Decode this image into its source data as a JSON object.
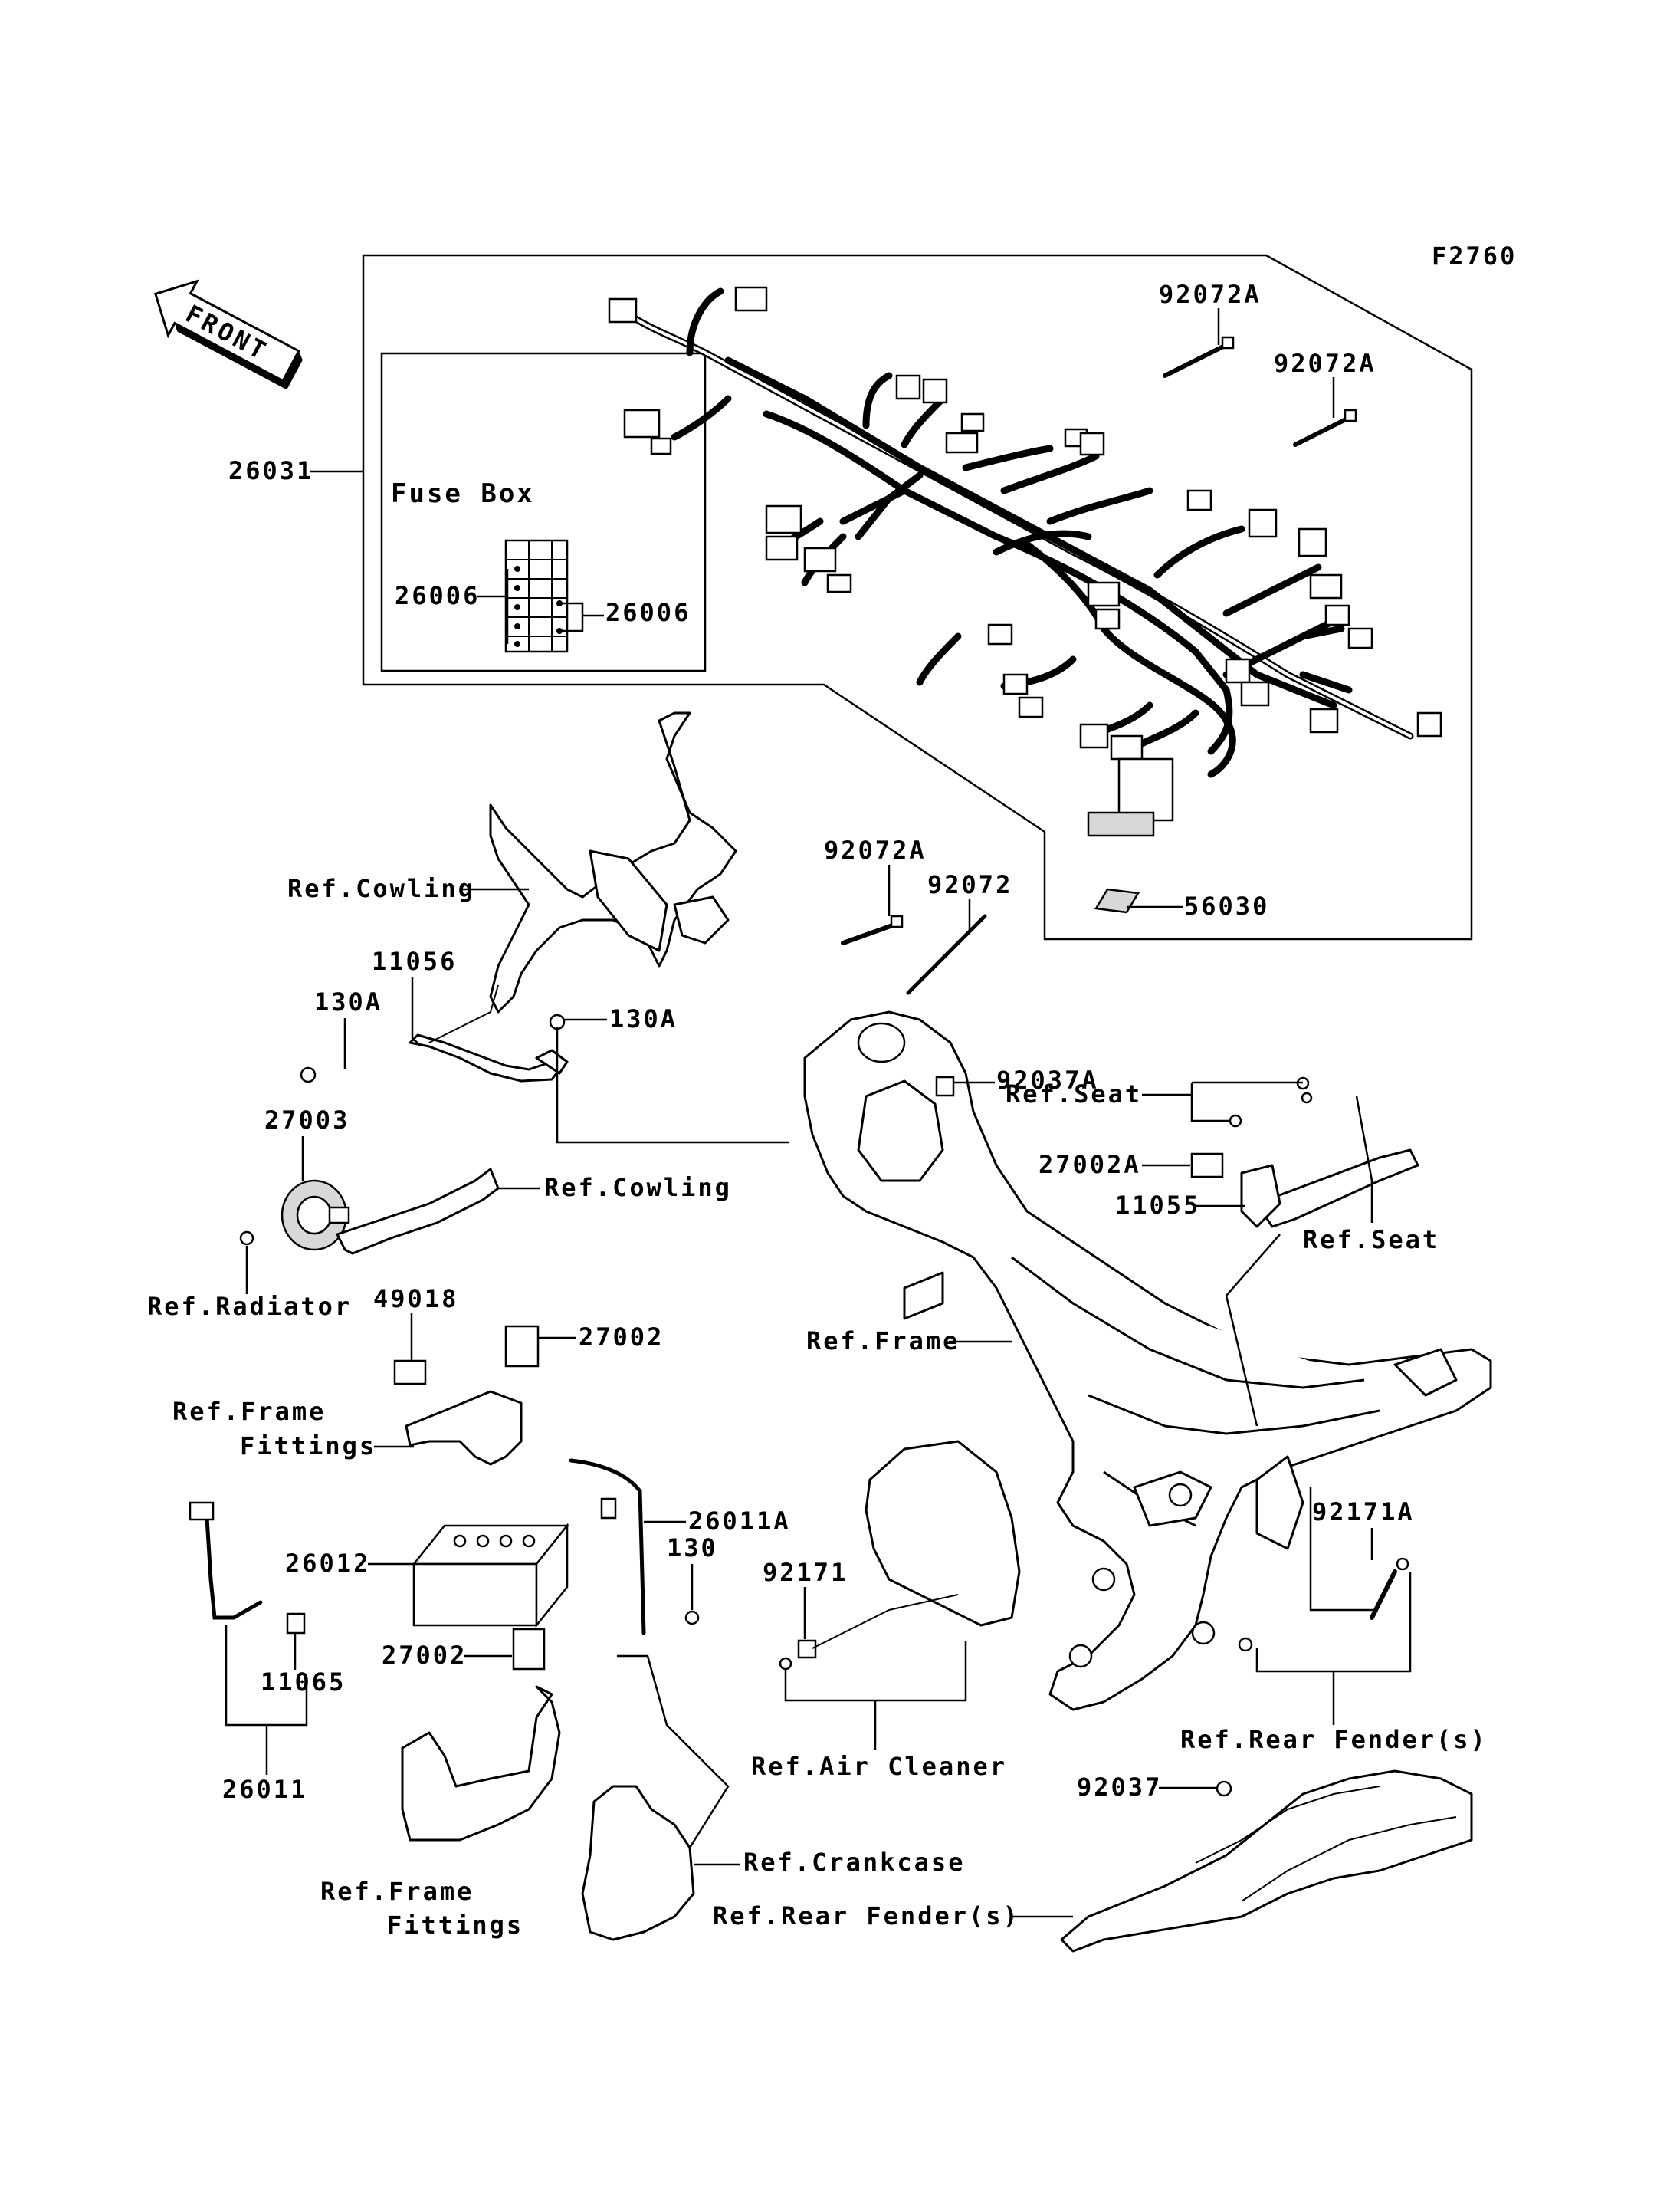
{
  "figure_code": "F2760",
  "front_arrow": "FRONT",
  "fuse_box_title": "Fuse Box",
  "labels": {
    "l26031": "26031",
    "l26006a": "26006",
    "l26006b": "26006",
    "l92072A_1": "92072A",
    "l92072A_2": "92072A",
    "l92072A_3": "92072A",
    "l92072": "92072",
    "l56030": "56030",
    "ref_cowling_1": "Ref.Cowling",
    "l11056": "11056",
    "l130A_1": "130A",
    "l130A_2": "130A",
    "l92037A": "92037A",
    "ref_seat_1": "Ref.Seat",
    "l27002A": "27002A",
    "l11055": "11055",
    "ref_seat_2": "Ref.Seat",
    "l27003": "27003",
    "ref_cowling_2": "Ref.Cowling",
    "ref_radiator": "Ref.Radiator",
    "l49018": "49018",
    "l27002_1": "27002",
    "ref_frame": "Ref.Frame",
    "ref_frame_fittings_1a": "Ref.Frame",
    "ref_frame_fittings_1b": "Fittings",
    "l26011A": "26011A",
    "l130": "130",
    "l26012": "26012",
    "l92171": "92171",
    "l92171A": "92171A",
    "l27002_2": "27002",
    "l11065": "11065",
    "l26011": "26011",
    "ref_air_cleaner": "Ref.Air Cleaner",
    "ref_rear_fender_1": "Ref.Rear Fender(s)",
    "l92037": "92037",
    "ref_crankcase": "Ref.Crankcase",
    "ref_frame_fittings_2a": "Ref.Frame",
    "ref_frame_fittings_2b": "Fittings",
    "ref_rear_fender_2": "Ref.Rear Fender(s)"
  }
}
